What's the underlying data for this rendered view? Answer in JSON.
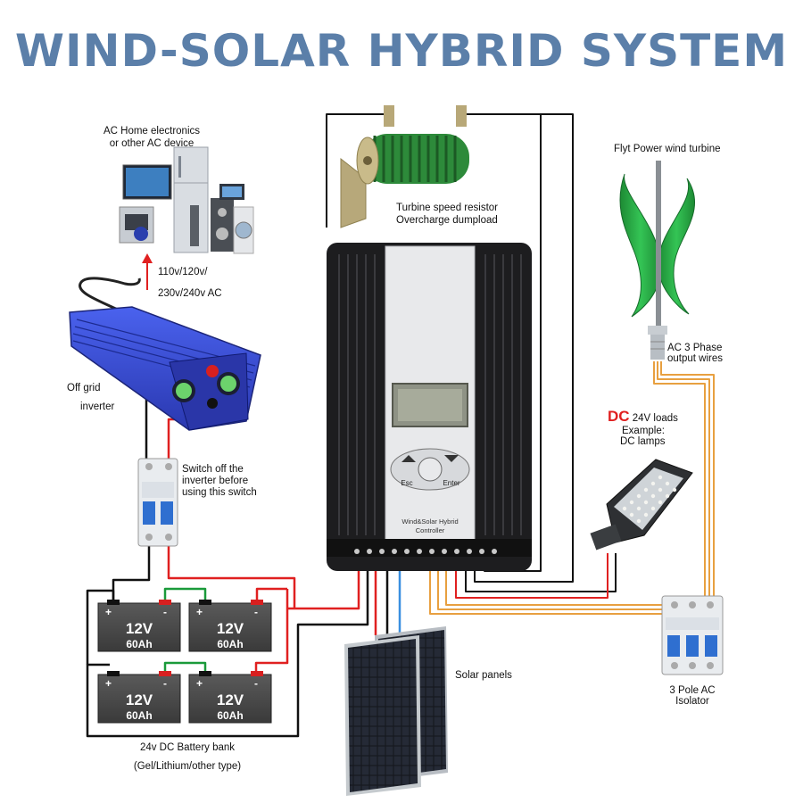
{
  "title": "WIND-SOLAR HYBRID SYSTEM",
  "labels": {
    "ac_devices_1": "AC Home electronics",
    "ac_devices_2": "or other AC device",
    "voltage_1": "110v/120v/",
    "voltage_2": "230v/240v AC",
    "inverter_1": "Off grid",
    "inverter_2": "inverter",
    "switch_1": "Switch off the",
    "switch_2": "inverter before",
    "switch_3": "using this switch",
    "resistor_1": "Turbine speed resistor",
    "resistor_2": "Overcharge dumpload",
    "turbine": "Flyt Power wind turbine",
    "wires_1": "AC 3 Phase",
    "wires_2": "output wires",
    "dc_big": "DC",
    "dc_rest": "24V loads",
    "dc_example": "Example:",
    "dc_lamps": "DC lamps",
    "controller_1": "Wind&Solar Hybrid",
    "controller_2": "Controller",
    "btn_esc": "Esc",
    "btn_enter": "Enter",
    "solar": "Solar panels",
    "isolator_1": "3 Pole AC",
    "isolator_2": "Isolator",
    "bank_1": "24v DC Battery bank",
    "bank_2": "(Gel/Lithium/other type)"
  },
  "batteries": [
    {
      "voltage": "12V",
      "capacity": "60Ah"
    },
    {
      "voltage": "12V",
      "capacity": "60Ah"
    },
    {
      "voltage": "12V",
      "capacity": "60Ah"
    },
    {
      "voltage": "12V",
      "capacity": "60Ah"
    }
  ],
  "terminals": {
    "plus": "+",
    "minus": "-"
  },
  "colors": {
    "title": "#5b7fa9",
    "wire_red": "#e02020",
    "wire_black": "#111111",
    "wire_green": "#1a9a3a",
    "wire_blue": "#3a8fe0",
    "wire_orange": "#e8a040",
    "turbine_green": "#2aa845",
    "inverter_blue": "#3a4fd8"
  }
}
